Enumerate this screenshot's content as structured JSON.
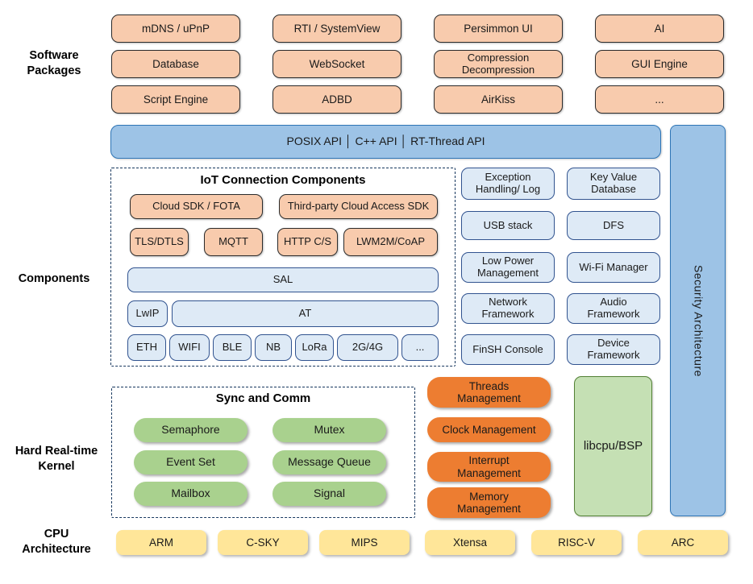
{
  "palette": {
    "package_fill": "#F8CBAD",
    "api_fill": "#9DC3E6",
    "api_border": "#2E75B6",
    "component_fill": "#DEEAF6",
    "component_border": "#31538F",
    "kernel_green": "#A9D18E",
    "management_orange": "#ED7D31",
    "libcpu_fill": "#C5E0B4",
    "cpu_yellow": "#FFE699",
    "dashed_border": "#17375E"
  },
  "side_labels": {
    "software_packages": "Software\nPackages",
    "components": "Components",
    "kernel": "Hard Real-time\nKernel",
    "cpu": "CPU\nArchitecture"
  },
  "software_packages": {
    "items": [
      "mDNS / uPnP",
      "RTI / SystemView",
      "Persimmon UI",
      "AI",
      "Database",
      "WebSocket",
      "Compression\nDecompression",
      "GUI Engine",
      "Script Engine",
      "ADBD",
      "AirKiss",
      "..."
    ]
  },
  "api_bar": {
    "label": "POSIX API │ C++ API │ RT-Thread API"
  },
  "security_bar": {
    "label": "Security Architecture"
  },
  "iot_box": {
    "title": "IoT Connection Components",
    "cloud_sdk": "Cloud SDK / FOTA",
    "third_party_sdk": "Third-party Cloud Access SDK",
    "protocols": [
      "TLS/DTLS",
      "MQTT",
      "HTTP C/S",
      "LWM2M/CoAP"
    ],
    "sal": "SAL",
    "lwip": "LwIP",
    "at": "AT",
    "links": [
      "ETH",
      "WIFI",
      "BLE",
      "NB",
      "LoRa",
      "2G/4G",
      "..."
    ]
  },
  "component_grid": {
    "items": [
      "Exception\nHandling/ Log",
      "Key Value\nDatabase",
      "USB stack",
      "DFS",
      "Low Power\nManagement",
      "Wi-Fi Manager",
      "Network\nFramework",
      "Audio\nFramework",
      "FinSH Console",
      "Device\nFramework"
    ]
  },
  "kernel_box": {
    "title": "Sync and Comm",
    "items": [
      "Semaphore",
      "Mutex",
      "Event Set",
      "Message Queue",
      "Mailbox",
      "Signal"
    ]
  },
  "management": {
    "items": [
      "Threads\nManagement",
      "Clock Management",
      "Interrupt\nManagement",
      "Memory\nManagement"
    ]
  },
  "libcpu": {
    "label": "libcpu/BSP"
  },
  "cpu_row": {
    "items": [
      "ARM",
      "C-SKY",
      "MIPS",
      "Xtensa",
      "RISC-V",
      "ARC"
    ]
  }
}
